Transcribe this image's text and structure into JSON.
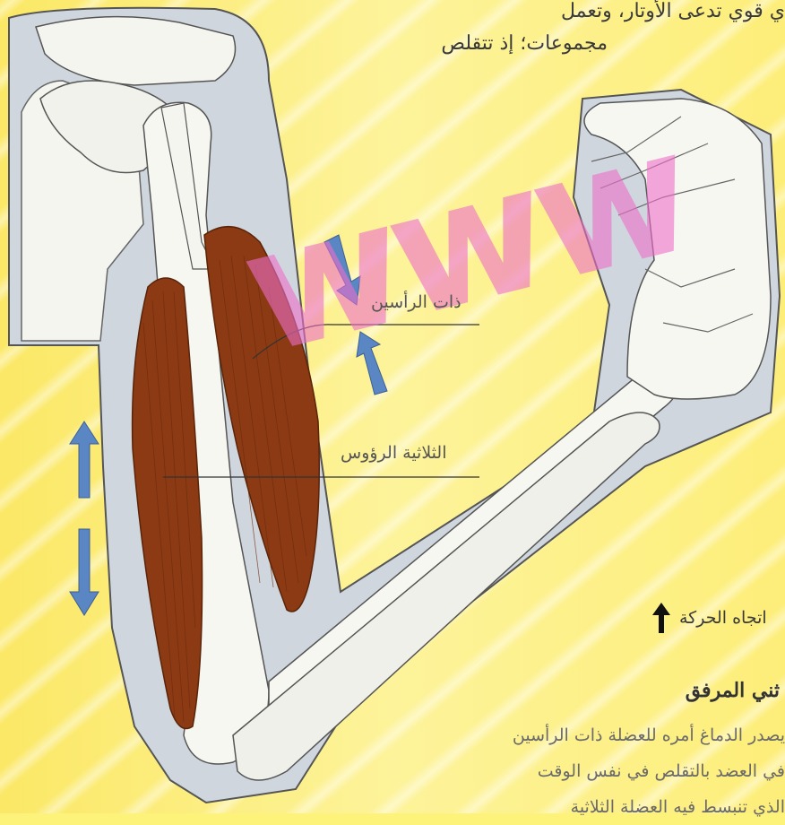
{
  "header": {
    "line1": "ي قوي تدعى الأوتار، وتعمل",
    "line2": "مجموعات؛ إذ تتقلص"
  },
  "labels": {
    "biceps": "ذات الرأسين",
    "triceps": "الثلاثية الرؤوس"
  },
  "legend": {
    "text": "اتجاه الحركة",
    "icon": "up-arrow-icon"
  },
  "section": {
    "title": "ثني المرفق",
    "lines": [
      "يصدر الدماغ أمره للعضلة ذات الرأسين",
      "في العضد بالتقلص في نفس الوقت",
      "الذي تنبسط فيه العضلة الثلاثية"
    ]
  },
  "watermark": "www",
  "colors": {
    "muscle": "#8b3a14",
    "arrow": "#5b86c4",
    "bone": "#f5f5f0",
    "skin": "#cfd6dd"
  }
}
